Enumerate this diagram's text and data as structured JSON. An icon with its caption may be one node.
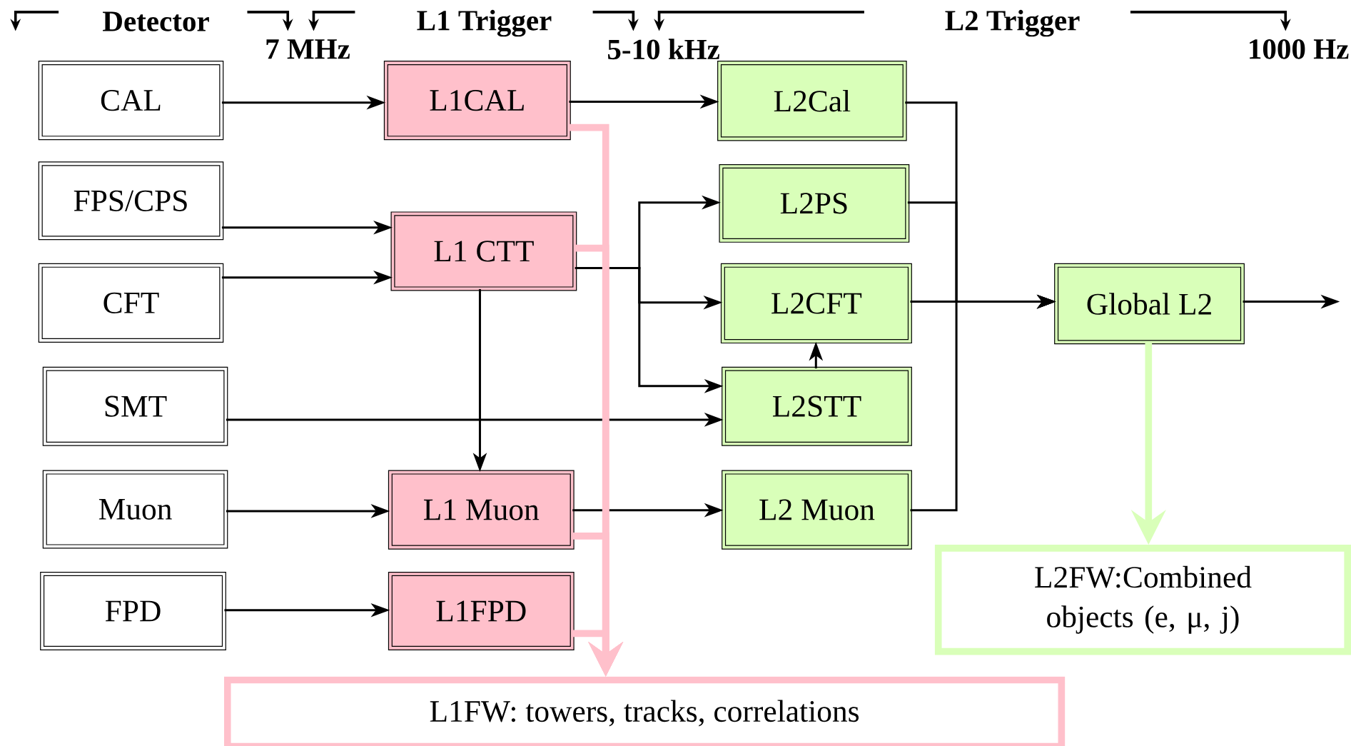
{
  "diagram": {
    "nodes": [
      {
        "text": [
          "CAL"
        ]
      },
      {
        "text": [
          "FPS/CPS"
        ]
      },
      {
        "text": [
          "CFT"
        ]
      },
      {
        "text": [
          "SMT"
        ]
      },
      {
        "text": [
          "Muon"
        ]
      },
      {
        "text": [
          "FPD"
        ]
      },
      {
        "text": [
          "L1CAL"
        ]
      },
      {
        "text": [
          "L1 CTT"
        ]
      },
      {
        "text": [
          "L1 Muon"
        ]
      },
      {
        "text": [
          "L1FPD"
        ]
      },
      {
        "text": [
          "L2Cal"
        ]
      },
      {
        "text": [
          "L2PS"
        ]
      },
      {
        "text": [
          "L2CFT"
        ]
      },
      {
        "text": [
          "L2STT"
        ]
      },
      {
        "text": [
          "L2 Muon"
        ]
      },
      {
        "text": [
          "Global L2"
        ]
      },
      {
        "text": [
          "L2FW:Combined objects (e, μ, j)"
        ]
      },
      {
        "text": [
          "L1FW: towers, tracks, correlations"
        ]
      }
    ],
    "edges": [
      {
        "from": 0,
        "to": 6,
        "arrow": "to"
      },
      {
        "from": 1,
        "to": 7,
        "arrow": "to"
      },
      {
        "from": 2,
        "to": 7,
        "arrow": "to"
      },
      {
        "from": 3,
        "to": 13,
        "arrow": "to"
      },
      {
        "from": 4,
        "to": 8,
        "arrow": "to"
      },
      {
        "from": 5,
        "to": 9,
        "arrow": "to"
      },
      {
        "from": 6,
        "to": 10,
        "arrow": "to"
      },
      {
        "from": 7,
        "to": 11,
        "arrow": "to"
      },
      {
        "from": 7,
        "to": 12,
        "arrow": "to"
      },
      {
        "from": 7,
        "to": 13,
        "arrow": "to"
      },
      {
        "from": 7,
        "to": 8,
        "arrow": "to"
      },
      {
        "from": 13,
        "to": 12,
        "arrow": "to"
      },
      {
        "from": 8,
        "to": 14,
        "arrow": "to"
      },
      {
        "from": 10,
        "to": 15,
        "arrow": "to"
      },
      {
        "from": 11,
        "to": 15,
        "arrow": "to"
      },
      {
        "from": 12,
        "to": 15,
        "arrow": "to"
      },
      {
        "from": 14,
        "to": 15,
        "arrow": "to"
      },
      {
        "from": 15,
        "to": null,
        "arrow": "to"
      },
      {
        "from": 15,
        "to": 16,
        "arrow": "to",
        "style": "thick",
        "color": "#d9ffb9"
      },
      {
        "from": 6,
        "to": 17,
        "arrow": "to",
        "style": "thick",
        "color": "#ffc0cb"
      },
      {
        "from": 7,
        "to": 17,
        "arrow": "to",
        "style": "thick",
        "color": "#ffc0cb"
      },
      {
        "from": 8,
        "to": 17,
        "arrow": "to",
        "style": "thick",
        "color": "#ffc0cb"
      },
      {
        "from": 9,
        "to": 17,
        "arrow": "to",
        "style": "thick",
        "color": "#ffc0cb"
      }
    ],
    "labels": [
      "Detector",
      "7 MHz",
      "L1 Trigger",
      "5-10 kHz",
      "L2 Trigger",
      "1000 Hz"
    ]
  }
}
